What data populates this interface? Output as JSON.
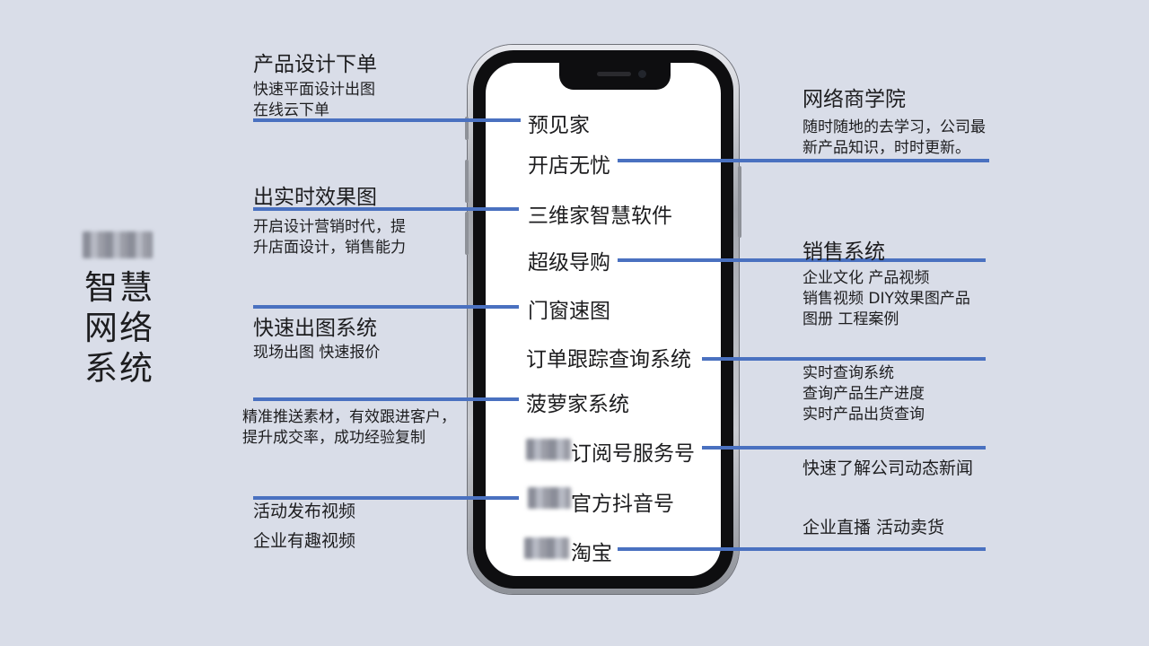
{
  "brand": {
    "lines": [
      "智慧",
      "网络",
      "系统"
    ]
  },
  "phone_menu": [
    {
      "label": "预见家"
    },
    {
      "label": "开店无忧"
    },
    {
      "label": "三维家智慧软件"
    },
    {
      "label": "超级导购"
    },
    {
      "label": "门窗速图"
    },
    {
      "label": "订单跟踪查询系统"
    },
    {
      "label": "菠萝家系统"
    },
    {
      "label": "订阅号服务号"
    },
    {
      "label": "官方抖音号"
    },
    {
      "label": "淘宝"
    }
  ],
  "left_annotations": [
    {
      "title": "产品设计下单",
      "desc": [
        "快速平面设计出图",
        "在线云下单"
      ]
    },
    {
      "title": "出实时效果图",
      "desc": [
        "开启设计营销时代，提",
        "升店面设计，销售能力"
      ]
    },
    {
      "title": "快速出图系统",
      "desc": [
        "现场出图  快速报价"
      ]
    },
    {
      "title": "",
      "desc": [
        "精准推送素材，有效跟进客户，",
        "提升成交率，成功经验复制"
      ]
    },
    {
      "title": "",
      "desc": [
        "活动发布视频",
        "企业有趣视频"
      ]
    }
  ],
  "right_annotations": [
    {
      "title": "网络商学院",
      "desc": [
        "随时随地的去学习，公司最",
        "新产品知识，时时更新。"
      ]
    },
    {
      "title": "销售系统",
      "desc": [
        "企业文化   产品视频",
        "销售视频   DIY效果图产品",
        "图册    工程案例"
      ]
    },
    {
      "title": "",
      "desc": [
        "实时查询系统",
        "查询产品生产进度",
        "实时产品出货查询"
      ]
    },
    {
      "title": "",
      "desc": [
        "快速了解公司动态新闻"
      ]
    },
    {
      "title": "",
      "desc": [
        "企业直播  活动卖货"
      ]
    }
  ],
  "colors": {
    "connector": "#4a71c0",
    "background": "#d9dde8"
  }
}
